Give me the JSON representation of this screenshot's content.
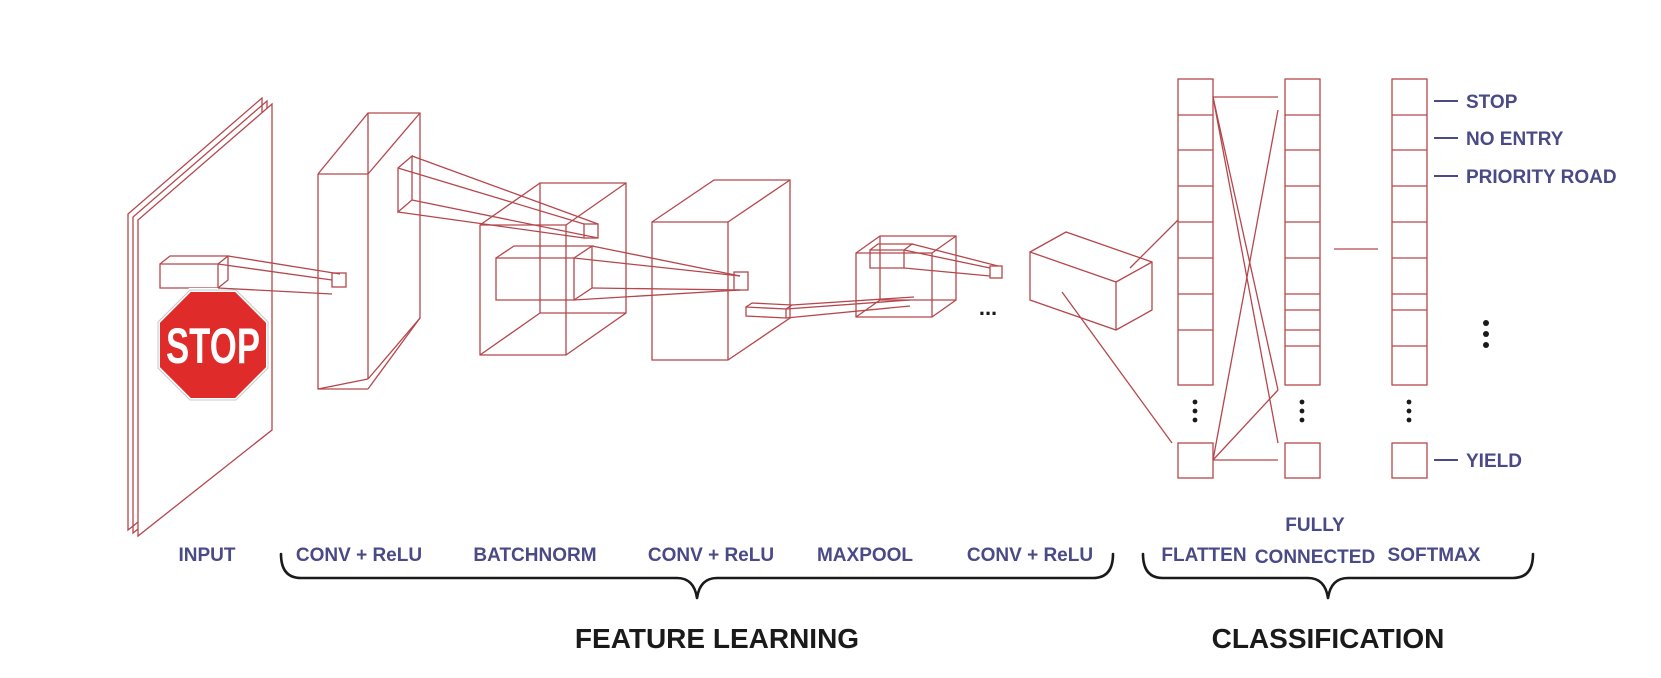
{
  "input": {
    "label": "INPUT",
    "sign_text": "STOP"
  },
  "layers": {
    "conv1": "CONV + ReLU",
    "batchnorm": "BATCHNORM",
    "conv2": "CONV + ReLU",
    "maxpool": "MAXPOOL",
    "conv3": "CONV + ReLU",
    "flatten": "FLATTEN",
    "fully_connected_1": "FULLY",
    "fully_connected_2": "CONNECTED",
    "softmax": "SOFTMAX"
  },
  "sections": {
    "feature_learning": "FEATURE LEARNING",
    "classification": "CLASSIFICATION"
  },
  "classes": {
    "stop": "STOP",
    "no_entry": "NO ENTRY",
    "priority_road": "PRIORITY ROAD",
    "yield": "YIELD"
  },
  "ellipsis": "...",
  "colors": {
    "wire": "#b5474c",
    "label": "#4a4a86",
    "stop_sign": "#e02b2b",
    "brace": "#1a1a1a"
  }
}
